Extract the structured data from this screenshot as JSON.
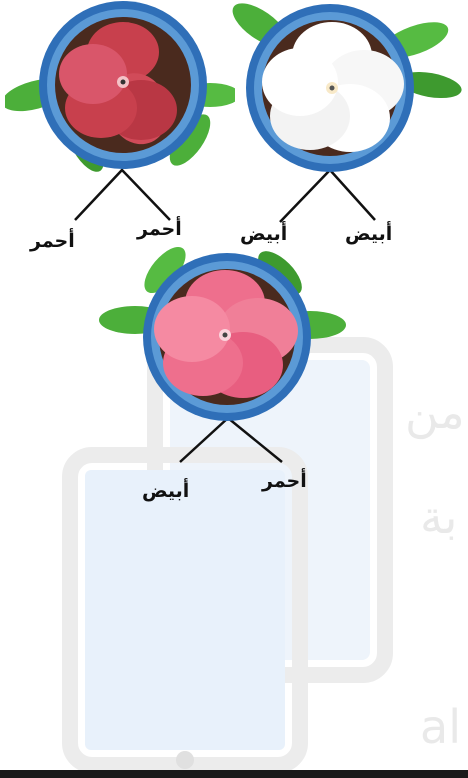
{
  "diagram": {
    "parents": [
      {
        "flower": "red-flower-icon",
        "alleles": [
          "أحمر",
          "أحمر"
        ]
      },
      {
        "flower": "white-flower-icon",
        "alleles": [
          "أبيض",
          "أبيض"
        ]
      }
    ],
    "offspring": {
      "flower": "pink-flower-icon",
      "alleles": [
        "أحمر",
        "أبيض"
      ]
    }
  },
  "colors": {
    "pot_rim": "#2f6fb8",
    "pot_inner": "#5b9ad6",
    "soil": "#4a2a1e",
    "leaf": "#4caf3a",
    "red_petal": "#c8404d",
    "white_petal": "#ffffff",
    "pink_petal": "#ee6f8d"
  },
  "watermark": {
    "text_1": "من",
    "text_2": "بة",
    "text_3": "al"
  }
}
